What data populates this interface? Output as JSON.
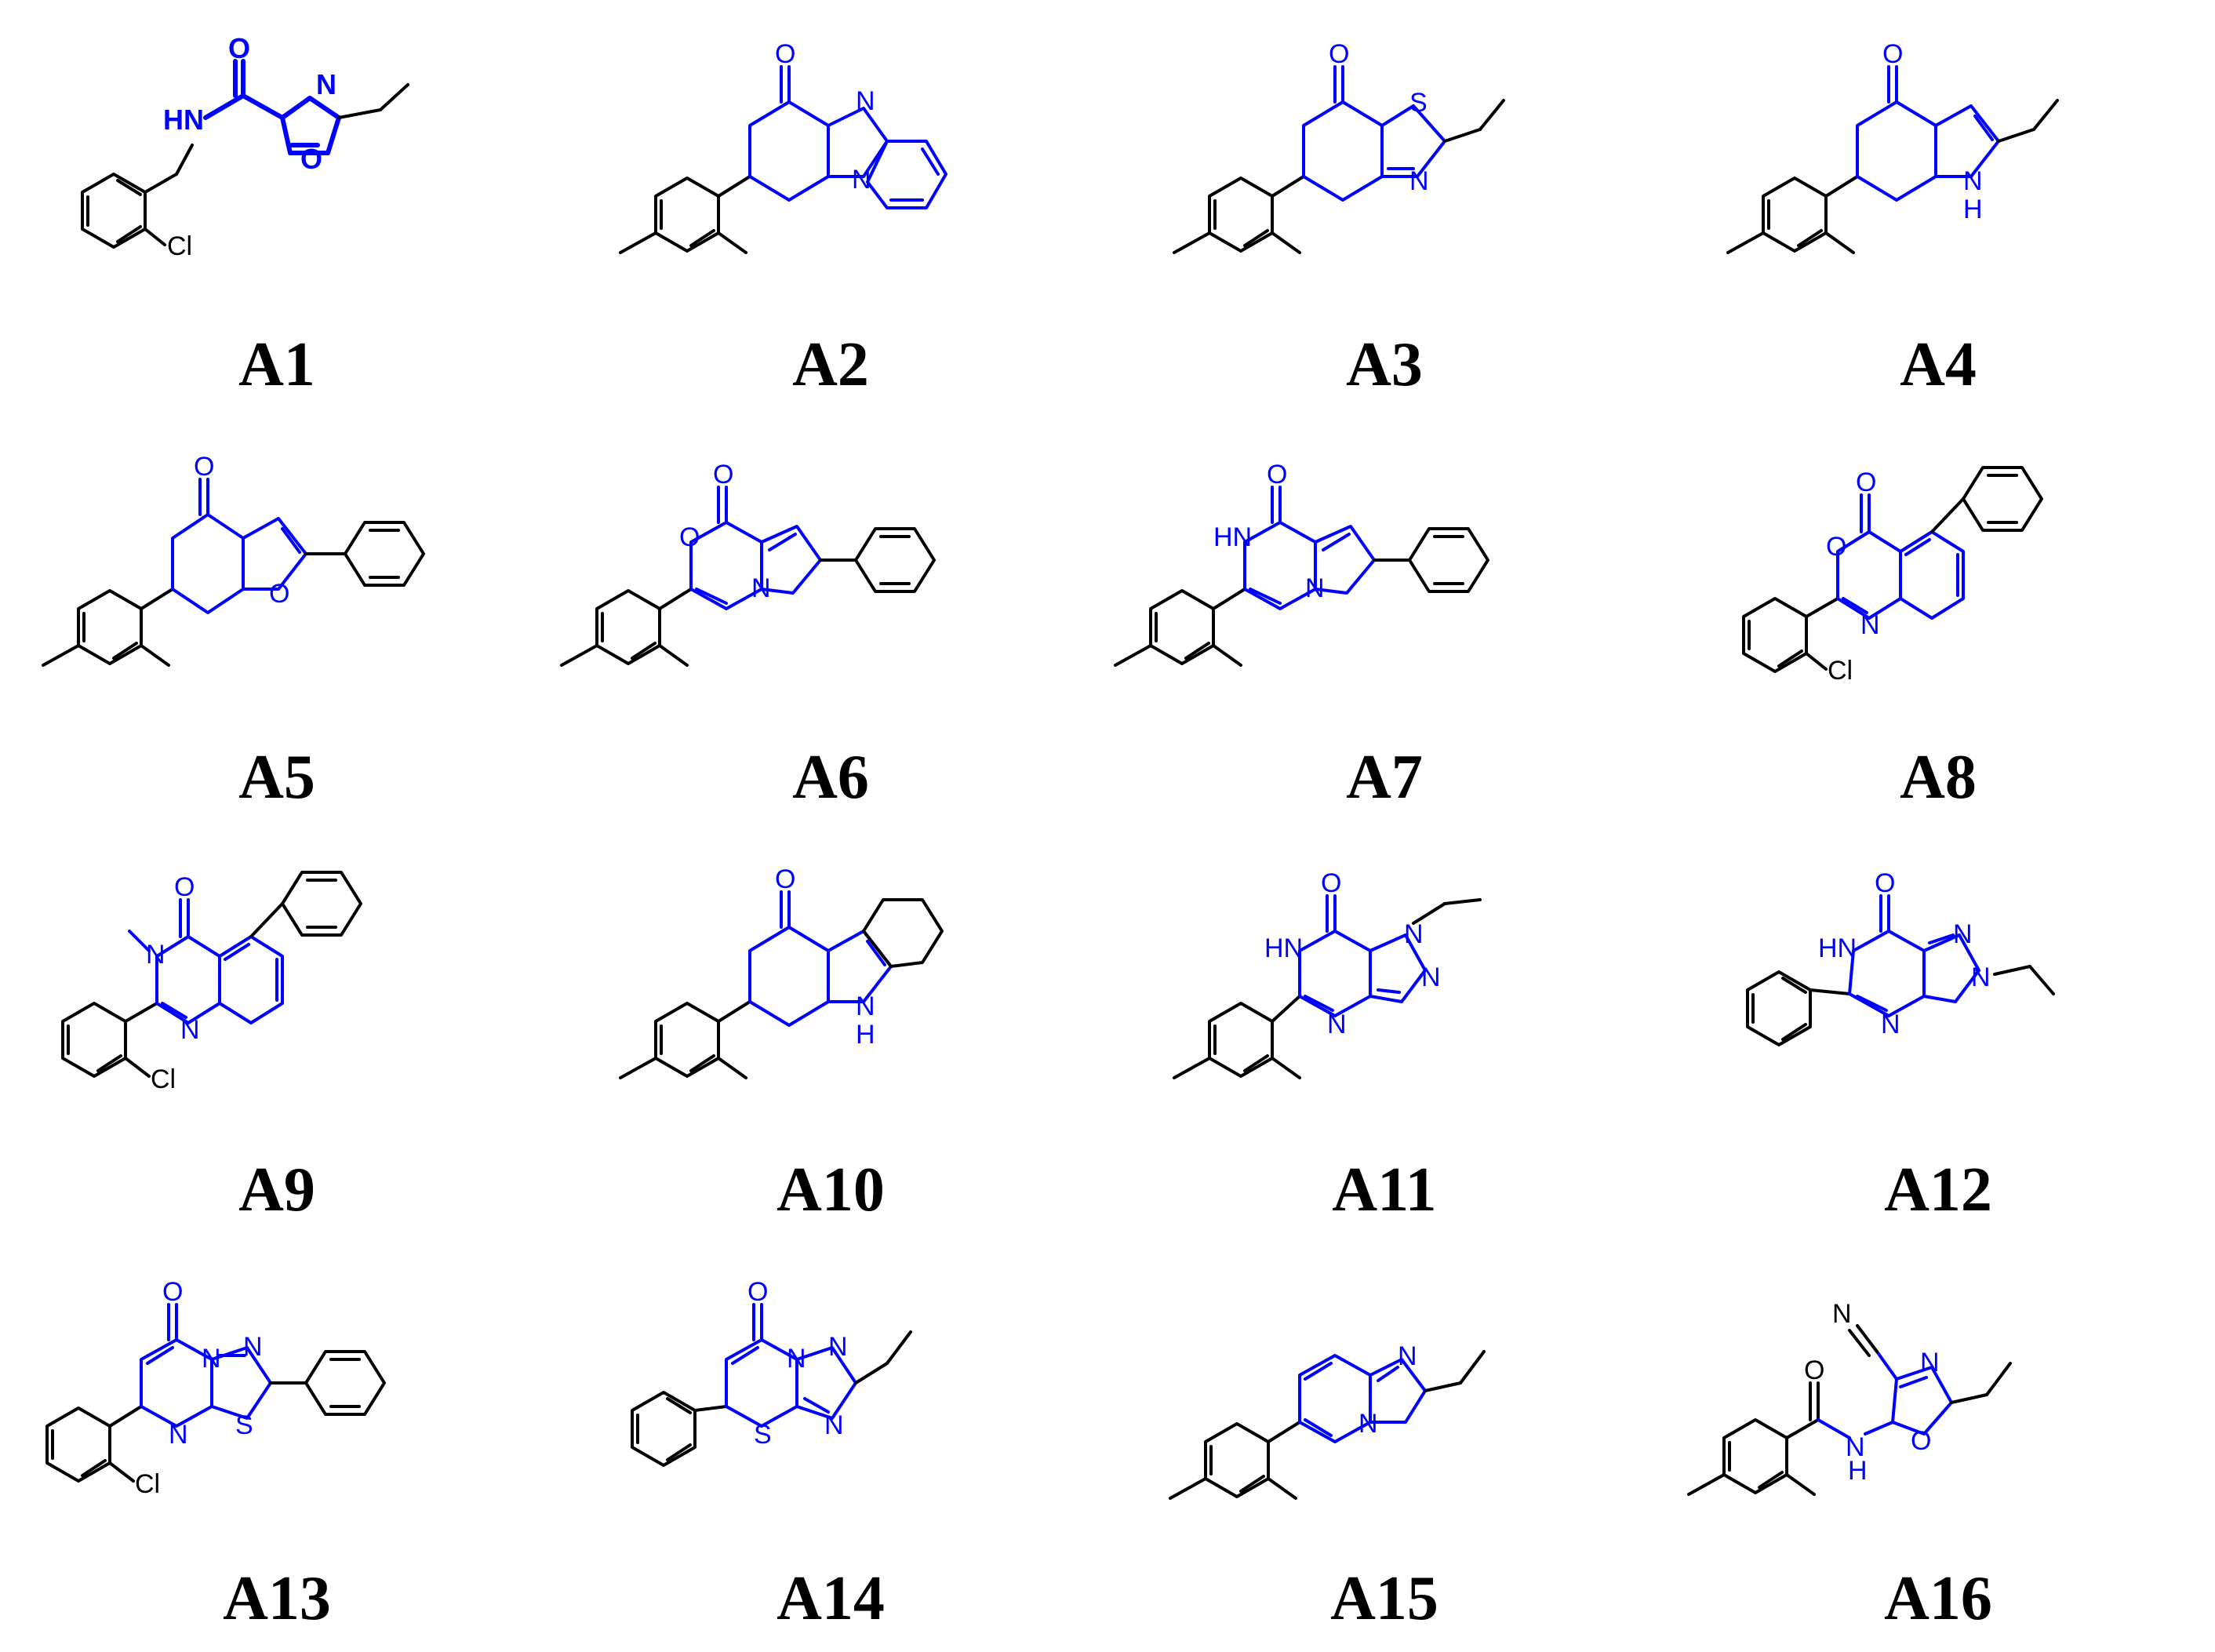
{
  "compounds": [
    {
      "id": "A1",
      "label": "A1",
      "atoms": [
        "O",
        "HN",
        "N",
        "O",
        "Cl"
      ]
    },
    {
      "id": "A2",
      "label": "A2",
      "atoms": [
        "O",
        "N",
        "N"
      ]
    },
    {
      "id": "A3",
      "label": "A3",
      "atoms": [
        "O",
        "S",
        "N"
      ]
    },
    {
      "id": "A4",
      "label": "A4",
      "atoms": [
        "O",
        "N",
        "H"
      ]
    },
    {
      "id": "A5",
      "label": "A5",
      "atoms": [
        "O",
        "O"
      ]
    },
    {
      "id": "A6",
      "label": "A6",
      "atoms": [
        "O",
        "O",
        "N"
      ]
    },
    {
      "id": "A7",
      "label": "A7",
      "atoms": [
        "O",
        "HN",
        "N"
      ]
    },
    {
      "id": "A8",
      "label": "A8",
      "atoms": [
        "O",
        "O",
        "N",
        "Cl"
      ]
    },
    {
      "id": "A9",
      "label": "A9",
      "atoms": [
        "O",
        "N",
        "N",
        "Cl"
      ]
    },
    {
      "id": "A10",
      "label": "A10",
      "atoms": [
        "O",
        "N",
        "H"
      ]
    },
    {
      "id": "A11",
      "label": "A11",
      "atoms": [
        "O",
        "HN",
        "N",
        "N",
        "N"
      ]
    },
    {
      "id": "A12",
      "label": "A12",
      "atoms": [
        "O",
        "HN",
        "N",
        "N",
        "N"
      ]
    },
    {
      "id": "A13",
      "label": "A13",
      "atoms": [
        "O",
        "N",
        "N",
        "N",
        "S",
        "Cl"
      ]
    },
    {
      "id": "A14",
      "label": "A14",
      "atoms": [
        "O",
        "N",
        "N",
        "N",
        "S"
      ]
    },
    {
      "id": "A15",
      "label": "A15",
      "atoms": [
        "N",
        "N"
      ]
    },
    {
      "id": "A16",
      "label": "A16",
      "atoms": [
        "N",
        "O",
        "H",
        "N",
        "N",
        "O"
      ]
    }
  ],
  "colors": {
    "scaffold": "#0000ff",
    "substituent": "#000000",
    "label": "#000000"
  }
}
